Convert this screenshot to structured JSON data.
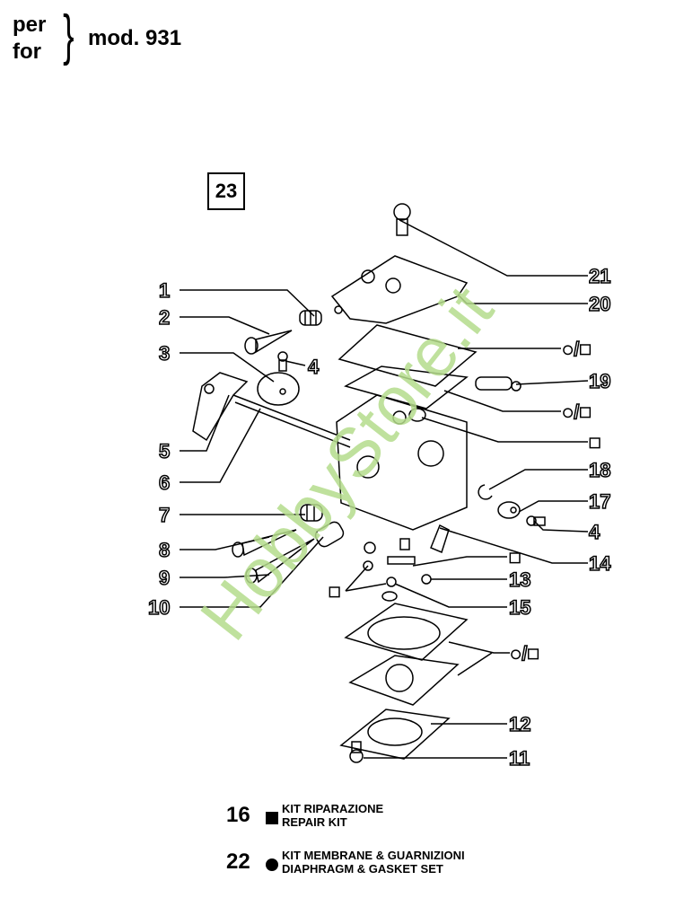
{
  "header": {
    "per": "per",
    "for": "for",
    "brace": "}",
    "model": "mod. 931"
  },
  "figure_number": "23",
  "callouts_left": [
    "1",
    "2",
    "3",
    "4",
    "5",
    "6",
    "7",
    "8",
    "9",
    "10"
  ],
  "callouts_right": [
    "21",
    "20",
    "●/■",
    "19",
    "●/■",
    "■",
    "18",
    "17",
    "4",
    "14",
    "■",
    "13",
    "15",
    "●/■",
    "12",
    "11",
    "■"
  ],
  "legend": [
    {
      "number": "16",
      "symbol": "square",
      "line1": "KIT RIPARAZIONE",
      "line2": "REPAIR KIT"
    },
    {
      "number": "22",
      "symbol": "circle",
      "line1": "KIT MEMBRANE & GUARNIZIONI",
      "line2": "DIAPHRAGM & GASKET SET"
    }
  ],
  "watermark": "HobbyStore.it"
}
